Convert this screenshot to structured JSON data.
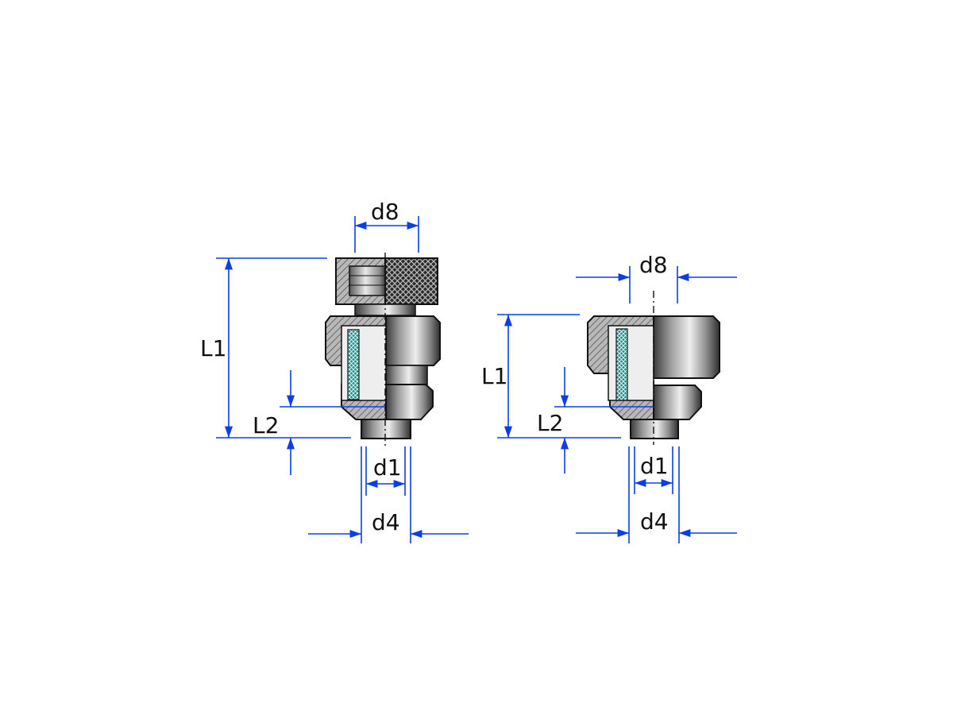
{
  "figure": {
    "left_view": {
      "labels": {
        "d8": "d8",
        "L1": "L1",
        "L2": "L2",
        "d1": "d1",
        "d4": "d4"
      }
    },
    "right_view": {
      "labels": {
        "d8": "d8",
        "L1": "L1",
        "L2": "L2",
        "d1": "d1",
        "d4": "d4"
      }
    }
  },
  "colors": {
    "dimension": "#0a3fe6",
    "outline": "#111111",
    "metal_dark": "#3a3a3a",
    "metal_light": "#e6e6e6",
    "hatch": "#777777",
    "filter_mesh": "#2aa89a",
    "background": "#ffffff"
  },
  "icons": {
    "cap": "knurled-cap-icon",
    "body": "fitting-body-icon",
    "filter": "filter-mesh-icon"
  }
}
